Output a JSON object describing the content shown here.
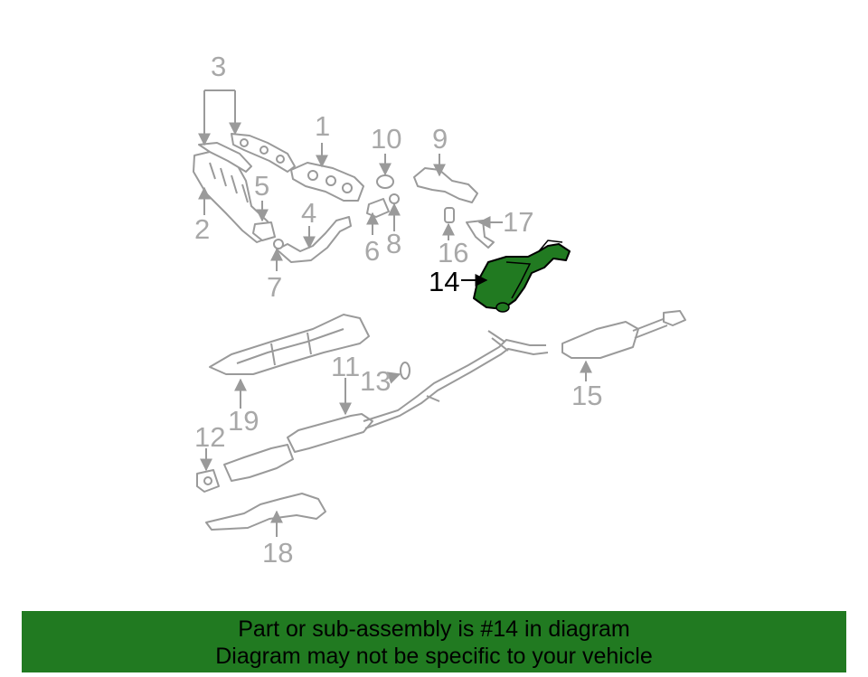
{
  "labels": {
    "l1": "1",
    "l2": "2",
    "l3": "3",
    "l4": "4",
    "l5": "5",
    "l6": "6",
    "l7": "7",
    "l8": "8",
    "l9": "9",
    "l10": "10",
    "l11": "11",
    "l12": "12",
    "l13": "13",
    "l14": "14",
    "l15": "15",
    "l16": "16",
    "l17": "17",
    "l18": "18",
    "l19": "19"
  },
  "colors": {
    "highlight": "#217a21",
    "part_outline": "#9a9a9a",
    "label_gray": "#a8a8a8"
  },
  "banner": {
    "line1": "Part or sub-assembly is #14 in diagram",
    "line2": "Diagram may not be specific to your vehicle"
  }
}
